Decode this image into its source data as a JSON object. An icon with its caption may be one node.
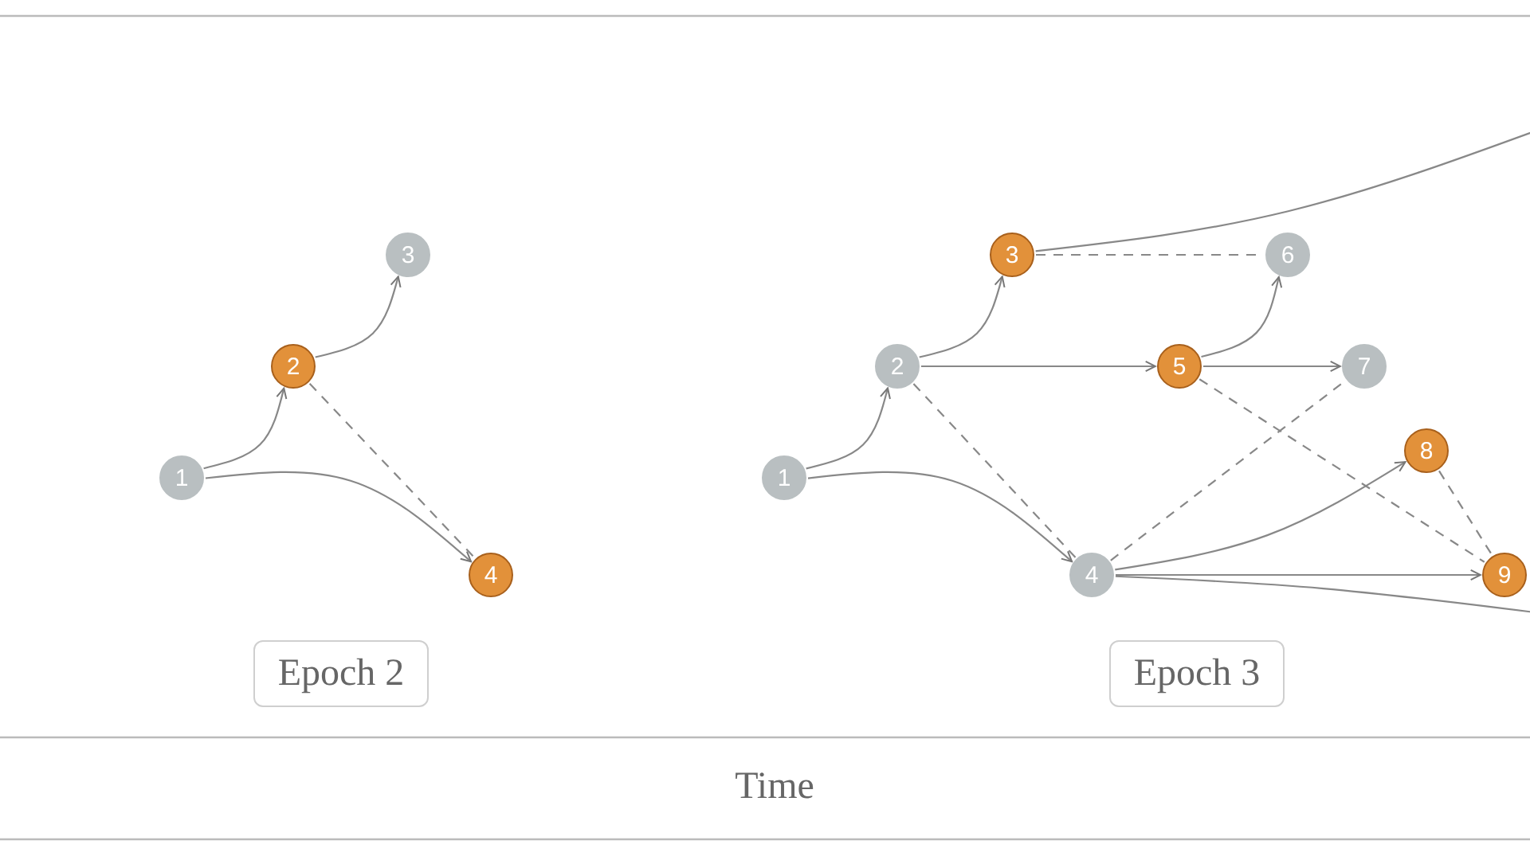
{
  "diagram": {
    "nodes": [
      {
        "text": [
          "1"
        ]
      },
      {
        "text": [
          "2"
        ]
      },
      {
        "text": [
          "3"
        ]
      },
      {
        "text": [
          "4"
        ]
      },
      {
        "text": [
          "Epoch 2"
        ]
      },
      {
        "text": [
          "1"
        ]
      },
      {
        "text": [
          "2"
        ]
      },
      {
        "text": [
          "3"
        ]
      },
      {
        "text": [
          "4"
        ]
      },
      {
        "text": [
          "5"
        ]
      },
      {
        "text": [
          "6"
        ]
      },
      {
        "text": [
          "7"
        ]
      },
      {
        "text": [
          "8"
        ]
      },
      {
        "text": [
          "9"
        ]
      },
      {
        "text": [
          "Epoch 3"
        ]
      }
    ],
    "edges": [
      {
        "from": 0,
        "to": 1,
        "arrow": "to"
      },
      {
        "from": 1,
        "to": 2,
        "arrow": "to"
      },
      {
        "from": 0,
        "to": 3,
        "arrow": "to"
      },
      {
        "from": 1,
        "to": 3,
        "arrow": "none",
        "style": "dashed"
      },
      {
        "from": 5,
        "to": 6,
        "arrow": "to"
      },
      {
        "from": 6,
        "to": 7,
        "arrow": "to"
      },
      {
        "from": 5,
        "to": 8,
        "arrow": "to"
      },
      {
        "from": 6,
        "to": 8,
        "arrow": "none",
        "style": "dashed"
      },
      {
        "from": 6,
        "to": 9,
        "arrow": "to"
      },
      {
        "from": 7,
        "to": 10,
        "arrow": "none",
        "style": "dashed"
      },
      {
        "from": 7,
        "to": null,
        "arrow": "none"
      },
      {
        "from": 9,
        "to": 10,
        "arrow": "to"
      },
      {
        "from": 9,
        "to": 11,
        "arrow": "to"
      },
      {
        "from": 9,
        "to": 13,
        "arrow": "none",
        "style": "dashed"
      },
      {
        "from": 8,
        "to": 11,
        "arrow": "none",
        "style": "dashed"
      },
      {
        "from": 8,
        "to": 12,
        "arrow": "to"
      },
      {
        "from": 8,
        "to": 13,
        "arrow": "to"
      },
      {
        "from": 8,
        "to": null,
        "arrow": "none"
      },
      {
        "from": 12,
        "to": 13,
        "arrow": "none",
        "style": "dashed"
      }
    ],
    "labels": [
      "Time"
    ]
  }
}
